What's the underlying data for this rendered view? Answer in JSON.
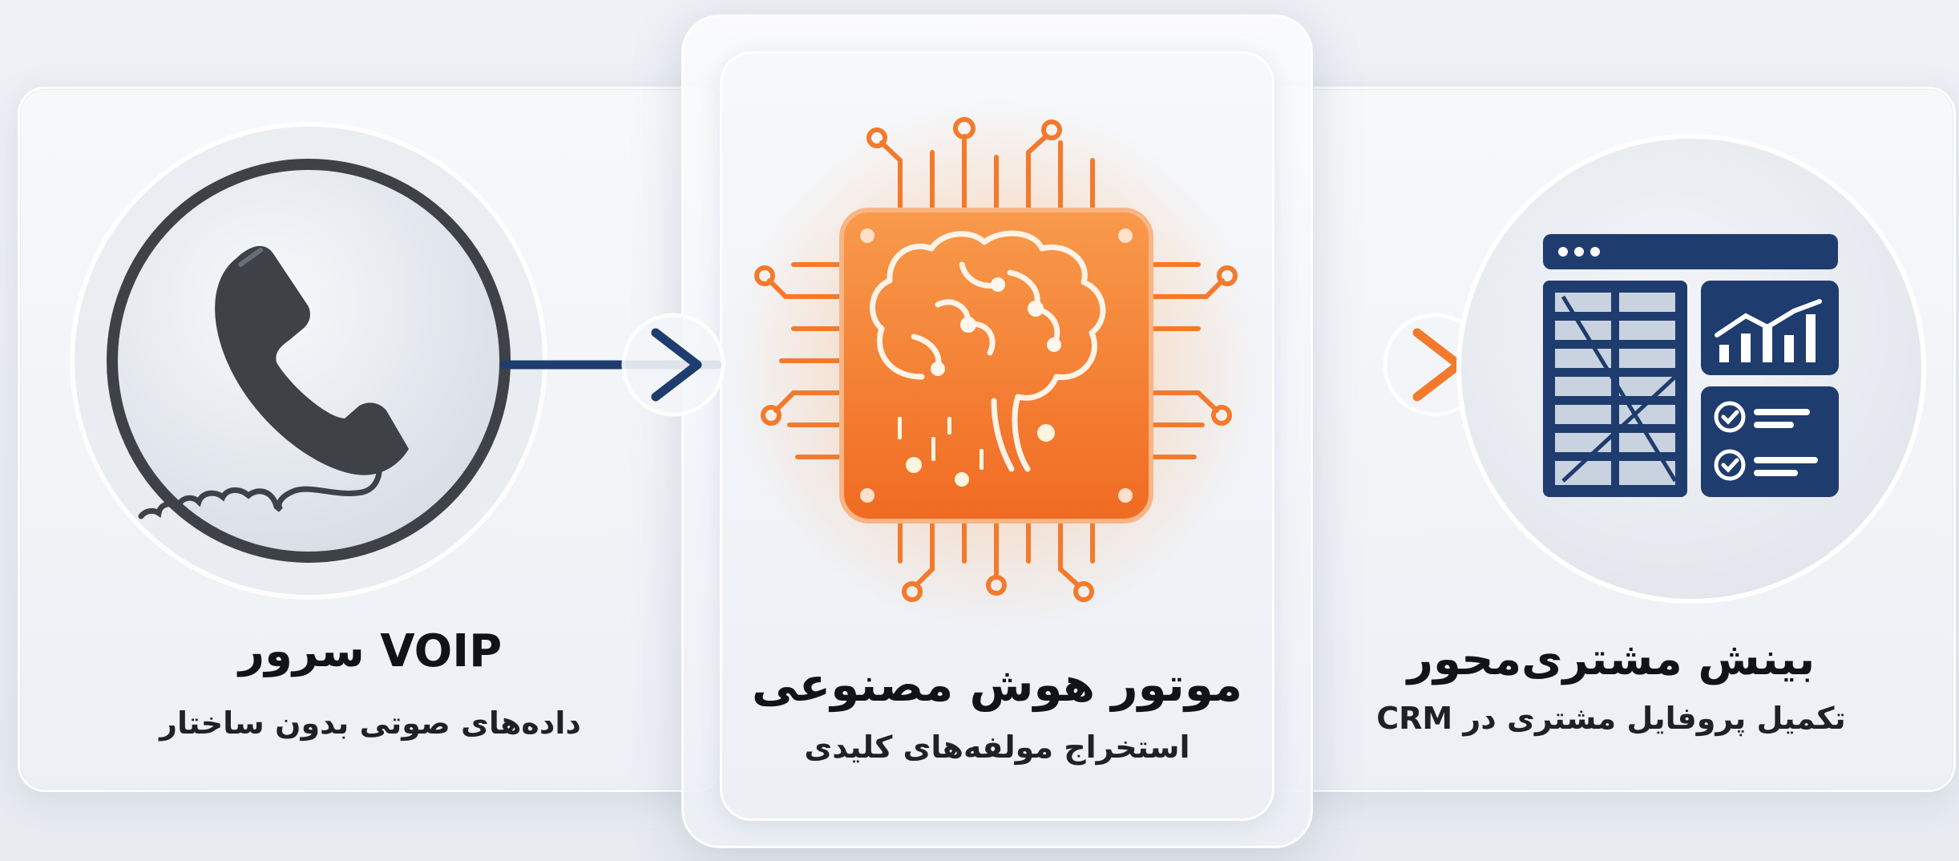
{
  "left": {
    "title": "VOIP سرور",
    "subtitle": "داده‌های صوتی بدون ساختار",
    "icon": "telephone-icon"
  },
  "center": {
    "title": "موتور هوش مصنوعی",
    "subtitle": "استخراج مولفه‌های کلیدی",
    "icon": "ai-brain-chip-icon"
  },
  "right": {
    "title": "بینش مشتری‌محور",
    "subtitle": "تکمیل پروفایل مشتری در CRM",
    "icon": "crm-dashboard-icon"
  },
  "colors": {
    "navy": "#1f3c6e",
    "orange": "#f47a2a",
    "dark_gray": "#3b3f45"
  }
}
